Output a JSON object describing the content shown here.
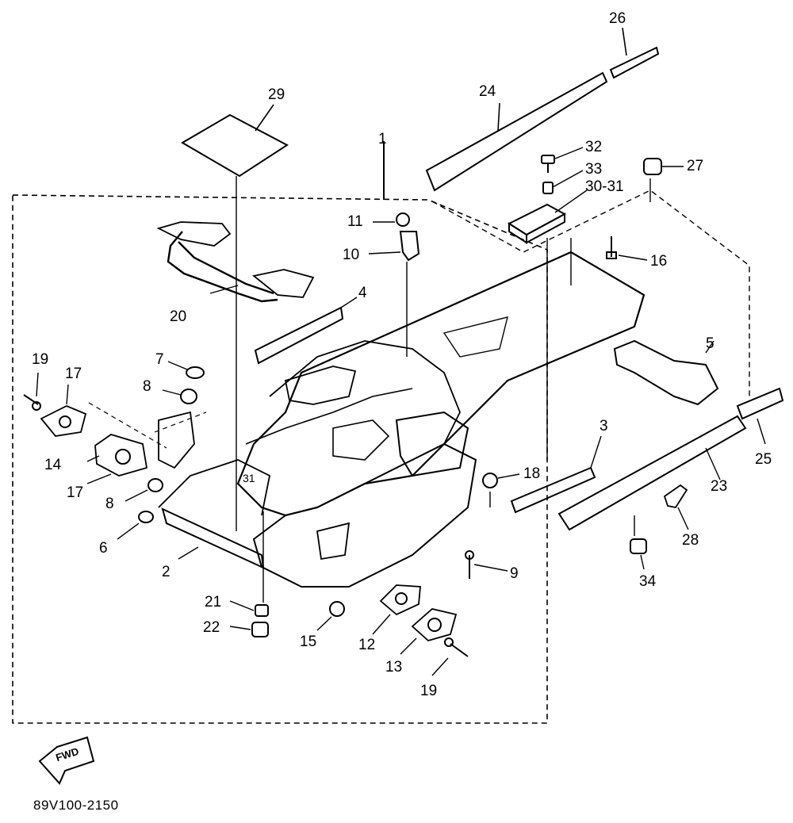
{
  "diagram": {
    "part_number": "89V100-2150",
    "fwd_label": "FWD",
    "callouts": {
      "c1": "1",
      "c2": "2",
      "c3": "3",
      "c4": "4",
      "c5": "5",
      "c6": "6",
      "c7": "7",
      "c8a": "8",
      "c8b": "8",
      "c9": "9",
      "c10": "10",
      "c11": "11",
      "c12": "12",
      "c13": "13",
      "c14": "14",
      "c15": "15",
      "c16": "16",
      "c17a": "17",
      "c17b": "17",
      "c18": "18",
      "c19a": "19",
      "c19b": "19",
      "c20": "20",
      "c21": "21",
      "c22": "22",
      "c23": "23",
      "c24": "24",
      "c25": "25",
      "c26": "26",
      "c27": "27",
      "c28": "28",
      "c29": "29",
      "c30": "30-31",
      "c31": "31",
      "c32": "32",
      "c33": "33",
      "c34": "34"
    }
  }
}
